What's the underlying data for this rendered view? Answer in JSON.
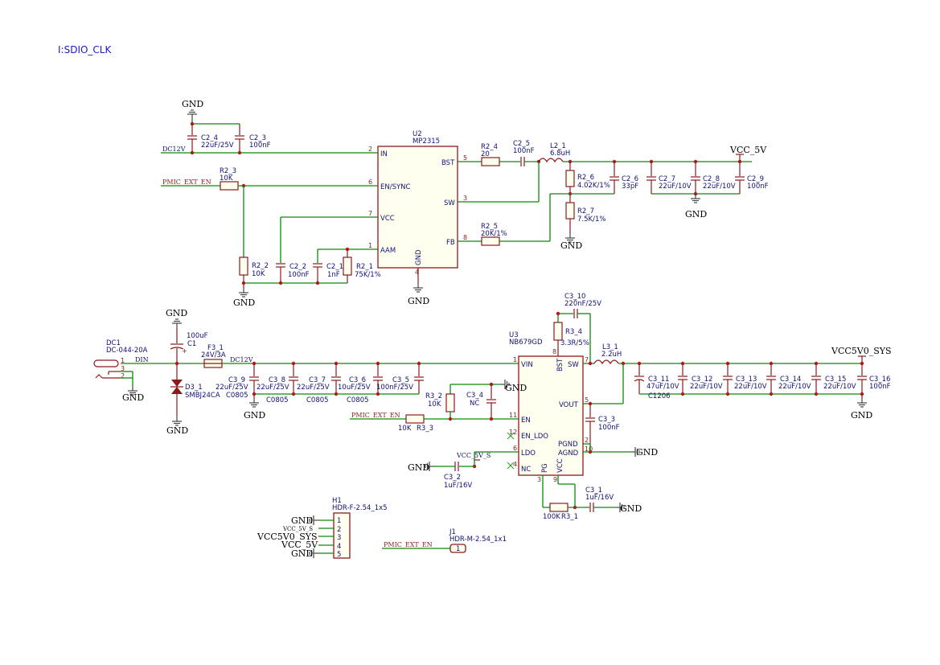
{
  "sheet_title": "I:SDIO_CLK",
  "power_labels": {
    "gnd": "GND",
    "vcc_5v": "VCC_5V",
    "vcc5v0_sys": "VCC5V0_SYS"
  },
  "net_labels": {
    "dc12v": "DC12V",
    "pmic_ext_en": "PMIC_EXT_EN",
    "din": "DIN",
    "vcc_5v_s": "VCC_5V_S",
    "conn_vcc5v0_sys": "VCC5V0_SYS",
    "conn_vcc_5v": "VCC_5V"
  },
  "u2": {
    "ref": "U2",
    "value": "MP2315",
    "pins": {
      "in": "IN",
      "en_sync": "EN/SYNC",
      "vcc": "VCC",
      "aam": "AAM",
      "gnd": "GND",
      "bst": "BST",
      "sw": "SW",
      "fb": "FB"
    },
    "pin_numbers": {
      "in": "2",
      "en_sync": "6",
      "vcc": "7",
      "aam": "1",
      "gnd": "4",
      "bst": "5",
      "sw": "3",
      "fb": "8"
    }
  },
  "u3": {
    "ref": "U3",
    "value": "NB679GD",
    "pins": {
      "vin": "VIN",
      "en": "EN",
      "en_ldo": "EN_LDO",
      "ldo": "LDO",
      "nc": "NC",
      "bst": "BST",
      "sw": "SW",
      "vout": "VOUT",
      "pgnd": "PGND",
      "agnd": "AGND",
      "pg": "PG",
      "vcc": "VCC"
    },
    "pin_numbers": {
      "vin": "1",
      "en": "11",
      "en_ldo": "12",
      "ldo": "6",
      "nc": "4",
      "bst": "8",
      "sw": "7",
      "vout": "5",
      "pgnd": "2",
      "agnd": "10",
      "pg": "3",
      "vcc": "9"
    }
  },
  "components_top": {
    "c2_4": {
      "ref": "C2_4",
      "value": "22uF/25V"
    },
    "c2_3": {
      "ref": "C2_3",
      "value": "100nF"
    },
    "r2_3": {
      "ref": "R2_3",
      "value": "10K"
    },
    "r2_2": {
      "ref": "R2_2",
      "value": "10K"
    },
    "c2_2": {
      "ref": "C2_2",
      "value": "100nF"
    },
    "c2_1": {
      "ref": "C2_1",
      "value": "1nF"
    },
    "r2_1": {
      "ref": "R2_1",
      "value": "75K/1%"
    },
    "r2_4": {
      "ref": "R2_4",
      "value": "20"
    },
    "c2_5": {
      "ref": "C2_5",
      "value": "100nF"
    },
    "l2_1": {
      "ref": "L2_1",
      "value": "6.8uH"
    },
    "r2_6": {
      "ref": "R2_6",
      "value": "4.02K/1%"
    },
    "r2_7": {
      "ref": "R2_7",
      "value": "7.5K/1%"
    },
    "r2_5": {
      "ref": "R2_5",
      "value": "20K/1%"
    },
    "c2_6": {
      "ref": "C2_6",
      "value": "33pF"
    },
    "c2_7": {
      "ref": "C2_7",
      "value": "22uF/10V"
    },
    "c2_8": {
      "ref": "C2_8",
      "value": "22uF/10V"
    },
    "c2_9": {
      "ref": "C2_9",
      "value": "100nF"
    }
  },
  "components_bottom": {
    "dc1": {
      "ref": "DC1",
      "value": "DC-044-20A",
      "pins": [
        "1",
        "3",
        "2"
      ]
    },
    "c1": {
      "ref": "C1",
      "value": "100uF"
    },
    "d3_1": {
      "ref": "D3_1",
      "value": "SMBJ24CA"
    },
    "f3_1": {
      "ref": "F3_1",
      "value": "24V/3A"
    },
    "c3_9": {
      "ref": "C3_9",
      "value": "22uF/25V",
      "pkg": "C0805"
    },
    "c3_8": {
      "ref": "C3_8",
      "value": "22uF/25V",
      "pkg": "C0805"
    },
    "c3_7": {
      "ref": "C3_7",
      "value": "22uF/25V",
      "pkg": "C0805"
    },
    "c3_6": {
      "ref": "C3_6",
      "value": "10uF/25V",
      "pkg": "C0805"
    },
    "c3_5": {
      "ref": "C3_5",
      "value": "100nF/25V"
    },
    "r3_2": {
      "ref": "R3_2",
      "value": "10K"
    },
    "c3_4": {
      "ref": "C3_4",
      "value": "NC"
    },
    "r3_3": {
      "ref": "R3_3",
      "value": "10K"
    },
    "c3_2": {
      "ref": "C3_2",
      "value": "1uF/16V"
    },
    "c3_10": {
      "ref": "C3_10",
      "value": "220nF/25V"
    },
    "r3_4": {
      "ref": "R3_4",
      "value": "3.3R/5%"
    },
    "l3_1": {
      "ref": "L3_1",
      "value": "2.2uH"
    },
    "c3_3": {
      "ref": "C3_3",
      "value": "100nF"
    },
    "r3_1": {
      "ref": "R3_1",
      "value": "100K"
    },
    "c3_1": {
      "ref": "C3_1",
      "value": "1uF/16V"
    },
    "c3_11": {
      "ref": "C3_11",
      "value": "47uF/10V",
      "pkg": "C1206"
    },
    "c3_12": {
      "ref": "C3_12",
      "value": "22uF/10V"
    },
    "c3_13": {
      "ref": "C3_13",
      "value": "22uF/10V"
    },
    "c3_14": {
      "ref": "C3_14",
      "value": "22uF/10V"
    },
    "c3_15": {
      "ref": "C3_15",
      "value": "22uF/10V"
    },
    "c3_16": {
      "ref": "C3_16",
      "value": "100nF"
    }
  },
  "h1": {
    "ref": "H1",
    "value": "HDR-F-2.54_1x5",
    "pins": [
      "1",
      "2",
      "3",
      "4",
      "5"
    ],
    "nets": [
      "GND",
      "VCC_5V_S",
      "VCC5V0_SYS",
      "VCC_5V",
      "GND"
    ]
  },
  "j1": {
    "ref": "J1",
    "value": "HDR-M-2.54_1x1",
    "pin": "1",
    "net": "PMIC_EXT_EN"
  }
}
